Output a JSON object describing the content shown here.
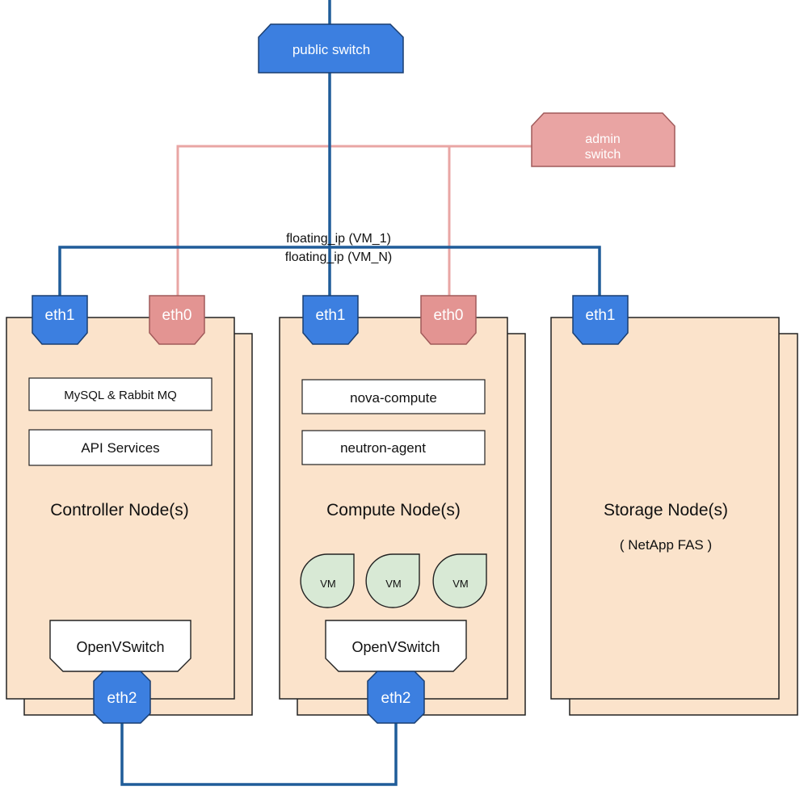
{
  "switches": {
    "public": {
      "label": "public switch"
    },
    "admin": {
      "line1": "admin",
      "line2": "switch"
    }
  },
  "floating": {
    "line1": "floating_ip (VM_1)",
    "line2": "floating_ip (VM_N)"
  },
  "controller": {
    "title": "Controller Node(s)",
    "services": [
      "MySQL & Rabbit MQ",
      "API Services"
    ],
    "ports": {
      "eth1": "eth1",
      "eth0": "eth0",
      "eth2": "eth2"
    },
    "ovs": "OpenVSwitch"
  },
  "compute": {
    "title": "Compute Node(s)",
    "services": [
      "nova-compute",
      "neutron-agent"
    ],
    "ports": {
      "eth1": "eth1",
      "eth0": "eth0",
      "eth2": "eth2"
    },
    "vms": [
      "VM",
      "VM",
      "VM"
    ],
    "ovs": "OpenVSwitch"
  },
  "storage": {
    "title": "Storage Node(s)",
    "subtitle": "( NetApp FAS )",
    "ports": {
      "eth1": "eth1"
    }
  },
  "colors": {
    "public_net": "#1f5c99",
    "admin_net": "#e9a6a4",
    "port_blue": "#3c7fe0",
    "port_pink": "#e39492",
    "node_fill": "#fbe3cb",
    "vm_fill": "#d8e9d5"
  }
}
